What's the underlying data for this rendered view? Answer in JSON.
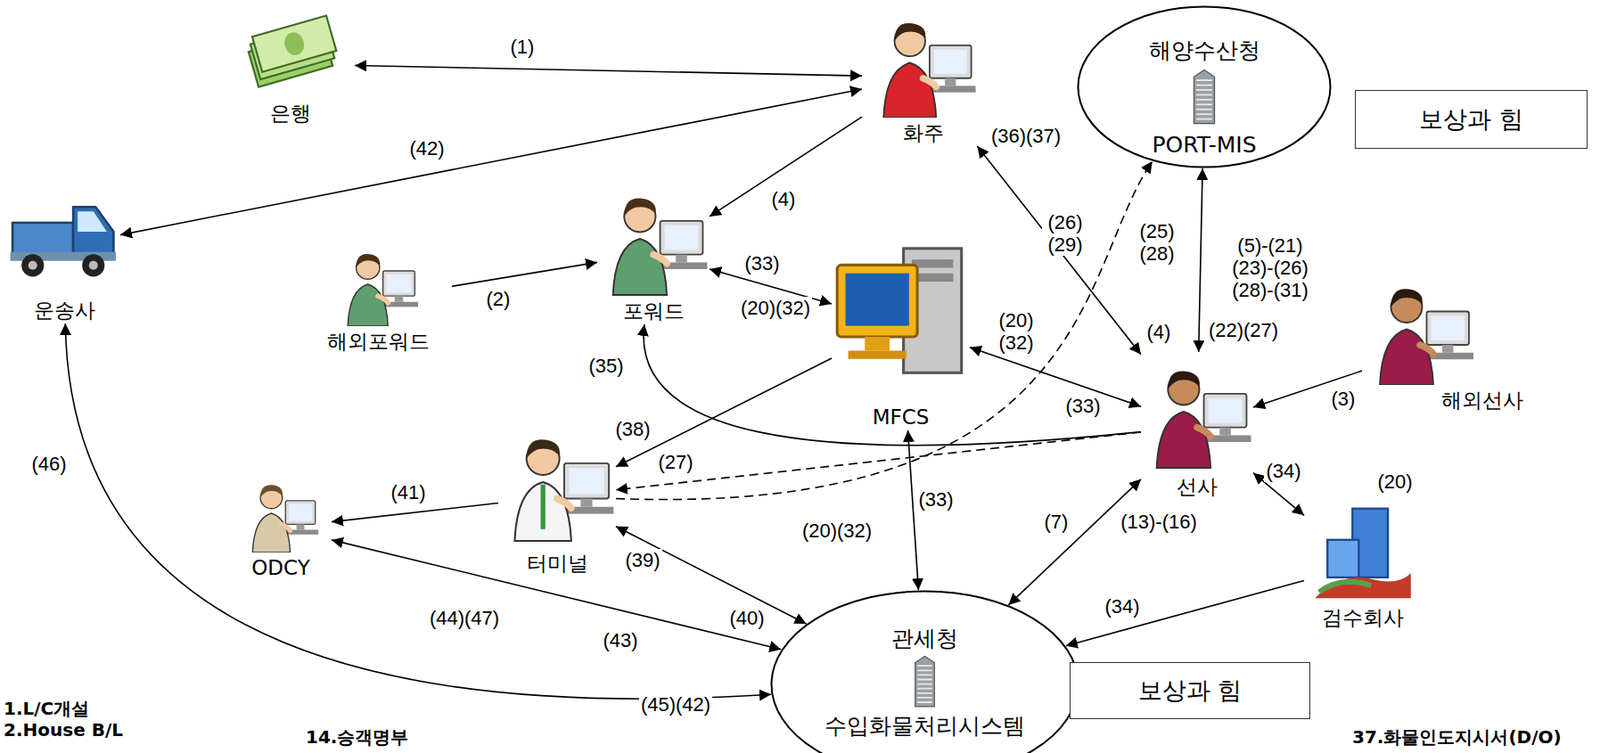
{
  "diagram": {
    "nodes": [
      {
        "text": [
          "은행"
        ]
      },
      {
        "text": [
          "화주"
        ]
      },
      {
        "text": [
          "해양수산청",
          "PORT-MIS"
        ]
      },
      {
        "text": [
          "운송사"
        ]
      },
      {
        "text": [
          "해외포워드"
        ]
      },
      {
        "text": [
          "포워드"
        ]
      },
      {
        "text": [
          "MFCS"
        ]
      },
      {
        "text": [
          "해외선사"
        ]
      },
      {
        "text": [
          "선사"
        ]
      },
      {
        "text": [
          "ODCY"
        ]
      },
      {
        "text": [
          "터미널"
        ]
      },
      {
        "text": [
          "관세청",
          "수입화물처리시스템"
        ]
      },
      {
        "text": [
          "검수회사"
        ]
      },
      {
        "text": [
          "보상과 힘"
        ]
      },
      {
        "text": [
          "보상과 힘"
        ]
      }
    ],
    "edges": [
      {
        "from": 0,
        "to": 1,
        "label": "(1)",
        "arrow": "both"
      },
      {
        "from": 1,
        "to": 3,
        "label": "(42)",
        "arrow": "both"
      },
      {
        "from": 1,
        "to": 5,
        "label": "(4)",
        "arrow": "to"
      },
      {
        "from": 4,
        "to": 5,
        "label": "(2)",
        "arrow": "to"
      },
      {
        "from": 5,
        "to": 6,
        "label": "(33)",
        "arrow": "both"
      },
      {
        "from": 1,
        "to": 8,
        "label": "(36)(37)",
        "arrow": "both"
      },
      {
        "from": 8,
        "to": 2,
        "label": "(5)-(21) (23)-(26) (28)-(31)",
        "arrow": "both"
      },
      {
        "from": 8,
        "to": 10,
        "label": "(27)",
        "arrow": "to"
      },
      {
        "from": 10,
        "to": 2,
        "label": "(26) (29)",
        "arrow": "to"
      },
      {
        "from": 8,
        "to": 5,
        "label": "(35)",
        "arrow": "to"
      },
      {
        "from": 6,
        "to": 10,
        "label": "(38)",
        "arrow": "to"
      },
      {
        "from": 6,
        "to": 8,
        "label": "(33)",
        "arrow": "both"
      },
      {
        "from": 6,
        "to": 11,
        "label": "(33)",
        "arrow": "both"
      },
      {
        "from": 8,
        "to": 11,
        "label": "(13)-(16)",
        "arrow": "both"
      },
      {
        "from": 7,
        "to": 8,
        "label": "(3)",
        "arrow": "to"
      },
      {
        "from": 8,
        "to": 12,
        "label": "(34)",
        "arrow": "both"
      },
      {
        "from": 12,
        "to": 11,
        "label": "(34)",
        "arrow": "to"
      },
      {
        "from": 10,
        "to": 9,
        "label": "(41)",
        "arrow": "to"
      },
      {
        "from": 10,
        "to": 11,
        "label": "(39)",
        "arrow": "both"
      },
      {
        "from": 9,
        "to": 11,
        "label": "(43)",
        "arrow": "both"
      },
      {
        "from": 11,
        "to": 3,
        "label": "(46)",
        "arrow": "both"
      }
    ],
    "labels": [
      "(20)(32)",
      "(4)",
      "(25) (28)",
      "(22)(27)",
      "(20) (32)",
      "(20)(32)",
      "(7)",
      "(20)",
      "(40)",
      "(44)(47)",
      "(45)(42)",
      "1.L/C개설",
      "2.House B/L",
      "14.승객명부",
      "37.화물인도지시서(D/O)"
    ]
  }
}
